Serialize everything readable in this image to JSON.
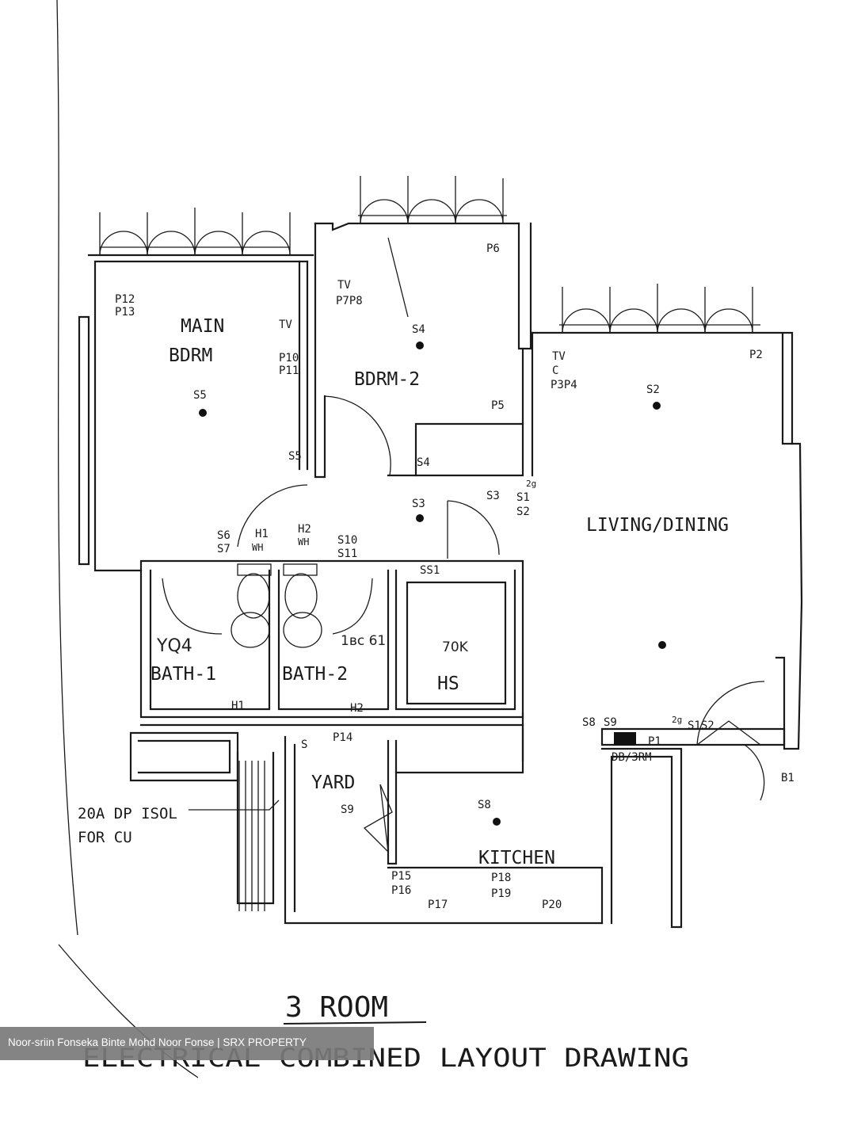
{
  "title": {
    "line1": "3 ROOM",
    "line2": "ELECTRICAL COMBINED LAYOUT DRAWING"
  },
  "rooms": {
    "main_bdrm_1": "MAIN",
    "main_bdrm_2": "BDRM",
    "bdrm2": "BDRM-2",
    "living": "LIVING/DINING",
    "bath1": "BATH-1",
    "bath2": "BATH-2",
    "hs": "HS",
    "yard": "YARD",
    "kitchen": "KITCHEN"
  },
  "note": {
    "line1": "20A DP ISOL",
    "line2": "FOR CU"
  },
  "labels": {
    "p12": "P12",
    "p13": "P13",
    "tv_main": "TV",
    "p10": "P10",
    "p11": "P11",
    "tv_b2": "TV",
    "p7p8": "P7P8",
    "p6": "P6",
    "p5": "P5",
    "tv_lv": "TV",
    "c": "C",
    "p3p4": "P3P4",
    "p2": "P2",
    "s2": "S2",
    "s4": "S4",
    "s5": "S5",
    "s3": "S3",
    "s5w": "S5",
    "s4w": "S4",
    "s3w": "S3",
    "s1": "S1",
    "s2w": "S2",
    "twog": "2g",
    "s6": "S6",
    "s7": "S7",
    "h1": "H1",
    "wh1": "WH",
    "h2": "H2",
    "wh2": "WH",
    "s10": "S10",
    "s11": "S11",
    "ss1": "SS1",
    "h1b": "H1",
    "h2b": "H2",
    "s8": "S8",
    "s9": "S9",
    "p1": "P1",
    "s1s2": "S1S2",
    "twog2": "2g",
    "db": "DB/3RM",
    "b1": "B1",
    "p14": "P14",
    "s9y": "S9",
    "s8k": "S8",
    "p15": "P15",
    "p16": "P16",
    "p17": "P17",
    "p18": "P18",
    "p19": "P19",
    "p20": "P20",
    "s_small": "S"
  },
  "handwriting": {
    "bath1": "YQ4",
    "bath2": "1вс 61",
    "hs": "70K"
  },
  "watermark": "Noor-sriin Fonseka Binte Mohd Noor Fonse | SRX PROPERTY"
}
